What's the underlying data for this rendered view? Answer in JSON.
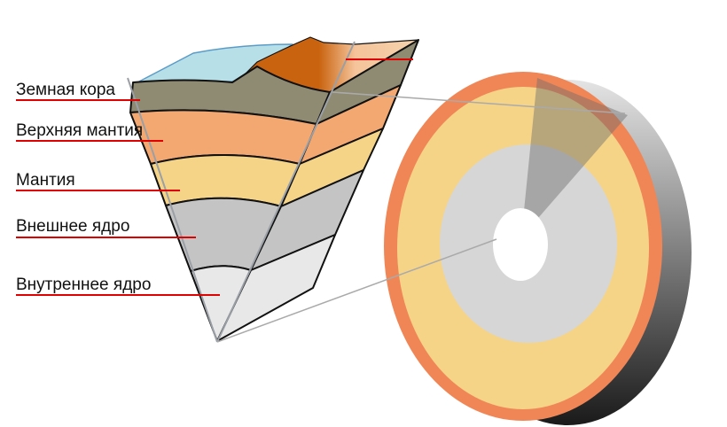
{
  "title": "Строение Земли",
  "labels": [
    {
      "id": "crust",
      "text": "Земная кора"
    },
    {
      "id": "upper-mantle",
      "text": "Верхняя мантия"
    },
    {
      "id": "mantle",
      "text": "Мантия"
    },
    {
      "id": "outer-core",
      "text": "Внешнее ядро"
    },
    {
      "id": "inner-core",
      "text": "Внутреннее ядро"
    }
  ],
  "colors": {
    "ocean": "#b7dfe8",
    "crust": "#8f8a72",
    "upper_mantle": "#f4a871",
    "mantle": "#f5d488",
    "outer_core": "#c4c4c4",
    "inner_core": "#e8e8e8",
    "shell": "#f08656",
    "leader": "#e00000"
  }
}
